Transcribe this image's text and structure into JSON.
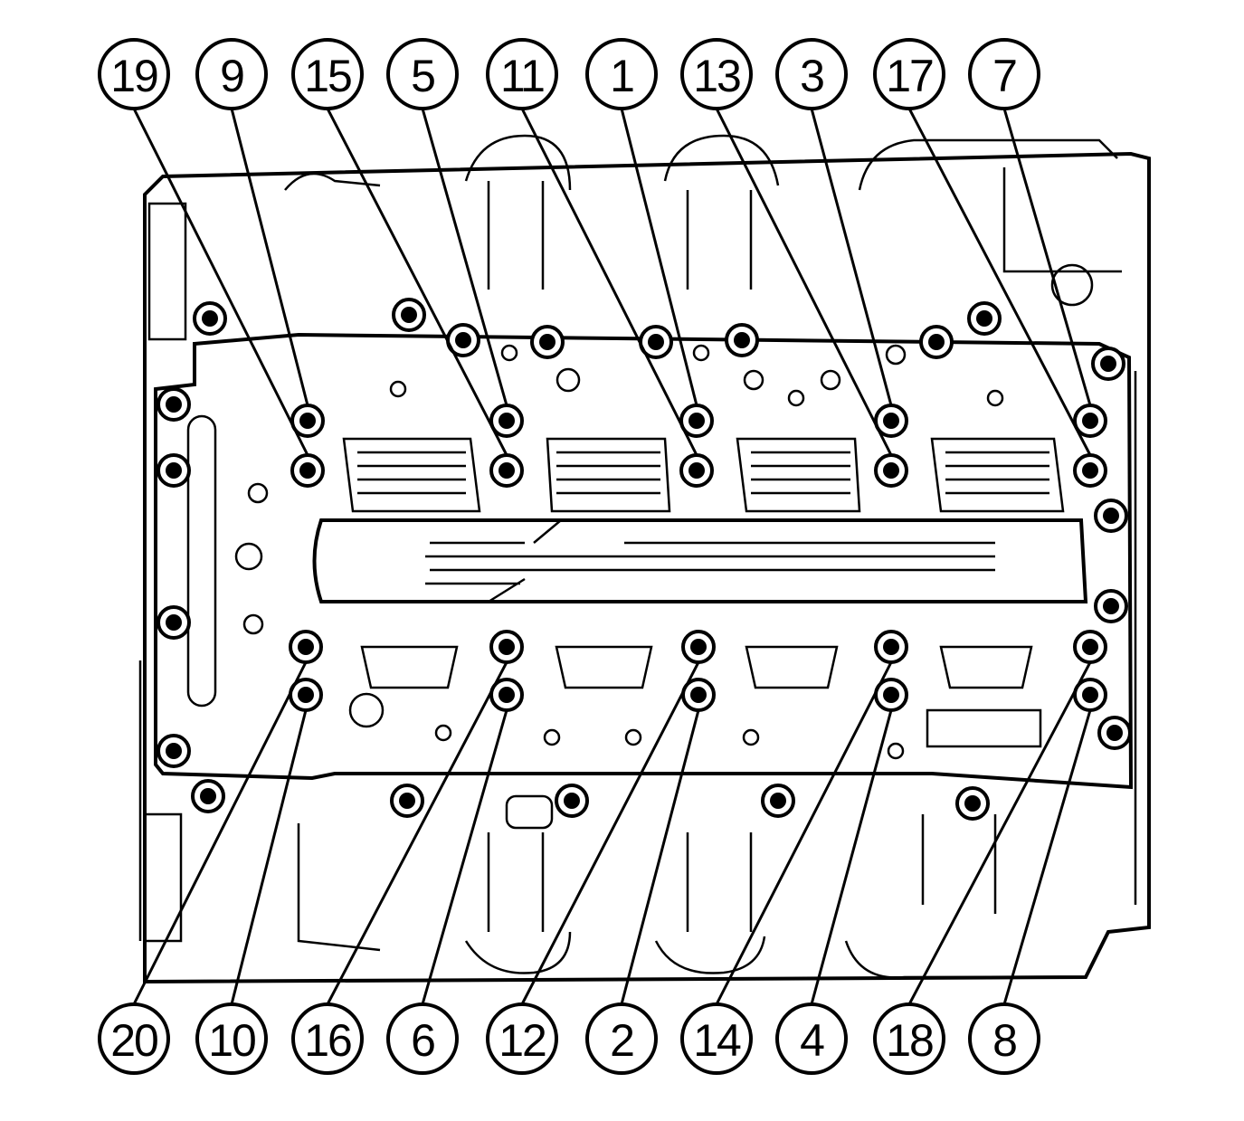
{
  "callouts": {
    "top": [
      "19",
      "9",
      "15",
      "5",
      "11",
      "1",
      "13",
      "3",
      "17",
      "7"
    ],
    "bottom": [
      "20",
      "10",
      "16",
      "6",
      "12",
      "2",
      "14",
      "4",
      "18",
      "8"
    ]
  },
  "colors": {
    "line": "#000000",
    "background": "#ffffff"
  }
}
